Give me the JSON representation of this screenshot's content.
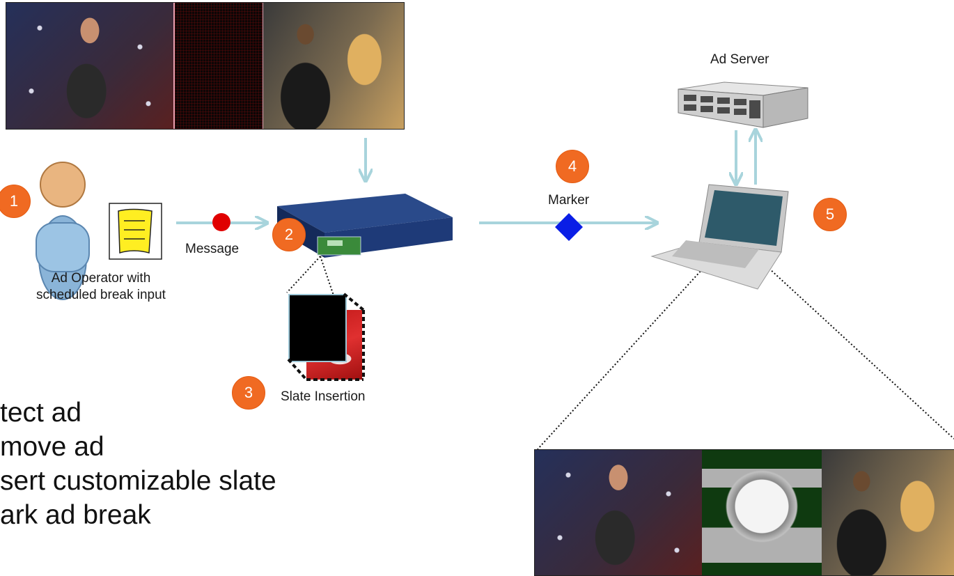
{
  "labels": {
    "ad_server": "Ad Server",
    "marker": "Marker",
    "message": "Message",
    "ad_operator": "Ad Operator with scheduled break input",
    "slate_insertion": "Slate Insertion"
  },
  "badges": [
    "1",
    "2",
    "3",
    "4",
    "5"
  ],
  "bullets": [
    "tect ad",
    "move ad",
    "sert customizable slate",
    "ark ad break"
  ],
  "colors": {
    "arrow": "#a8d4dc",
    "badge": "#f06a22",
    "message_dot": "#e00000",
    "marker_diamond": "#0a1ee6",
    "device": "#1e3a78"
  }
}
